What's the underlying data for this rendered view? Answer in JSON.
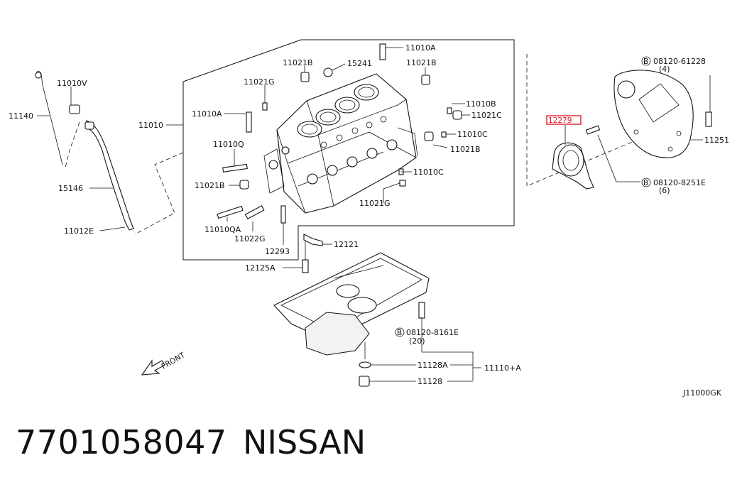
{
  "diagram": {
    "code": "J11000GK",
    "front_label": "FRONT",
    "highlighted_part": "12279",
    "labels": {
      "l11010A_top": "11010A",
      "l15241": "15241",
      "l11021B_a": "11021B",
      "l11021B_b": "11021B",
      "l11021G": "11021G",
      "l11010A_mid": "11010A",
      "l11010": "11010",
      "l11010Q": "11010Q",
      "l11021B_c": "11021B",
      "l11010QA": "11010QA",
      "l11022G": "11022G",
      "l12293": "12293",
      "l12121": "12121",
      "l12125A": "12125A",
      "l11021G_b": "11021G",
      "l11010C_b": "11010C",
      "l11021B_d": "11021B",
      "l11010C": "11010C",
      "l11021C": "11021C",
      "l11010B": "11010B",
      "l11010V": "11010V",
      "l11140": "11140",
      "l15146": "15146",
      "l11012E": "11012E",
      "l12279": "12279",
      "l08120_61228": "08120-61228",
      "l08120_61228_qty": "(4)",
      "l11251": "11251",
      "l08120_8251E": "08120-8251E",
      "l08120_8251E_qty": "(6)",
      "l08120_8161E": "08120-8161E",
      "l08120_8161E_qty": "(20)",
      "l11128A": "11128A",
      "l11128": "11128",
      "l11110A": "11110+A",
      "circled_b": "B"
    }
  },
  "footer": {
    "part_number": "7701058047",
    "brand": "NISSAN"
  }
}
